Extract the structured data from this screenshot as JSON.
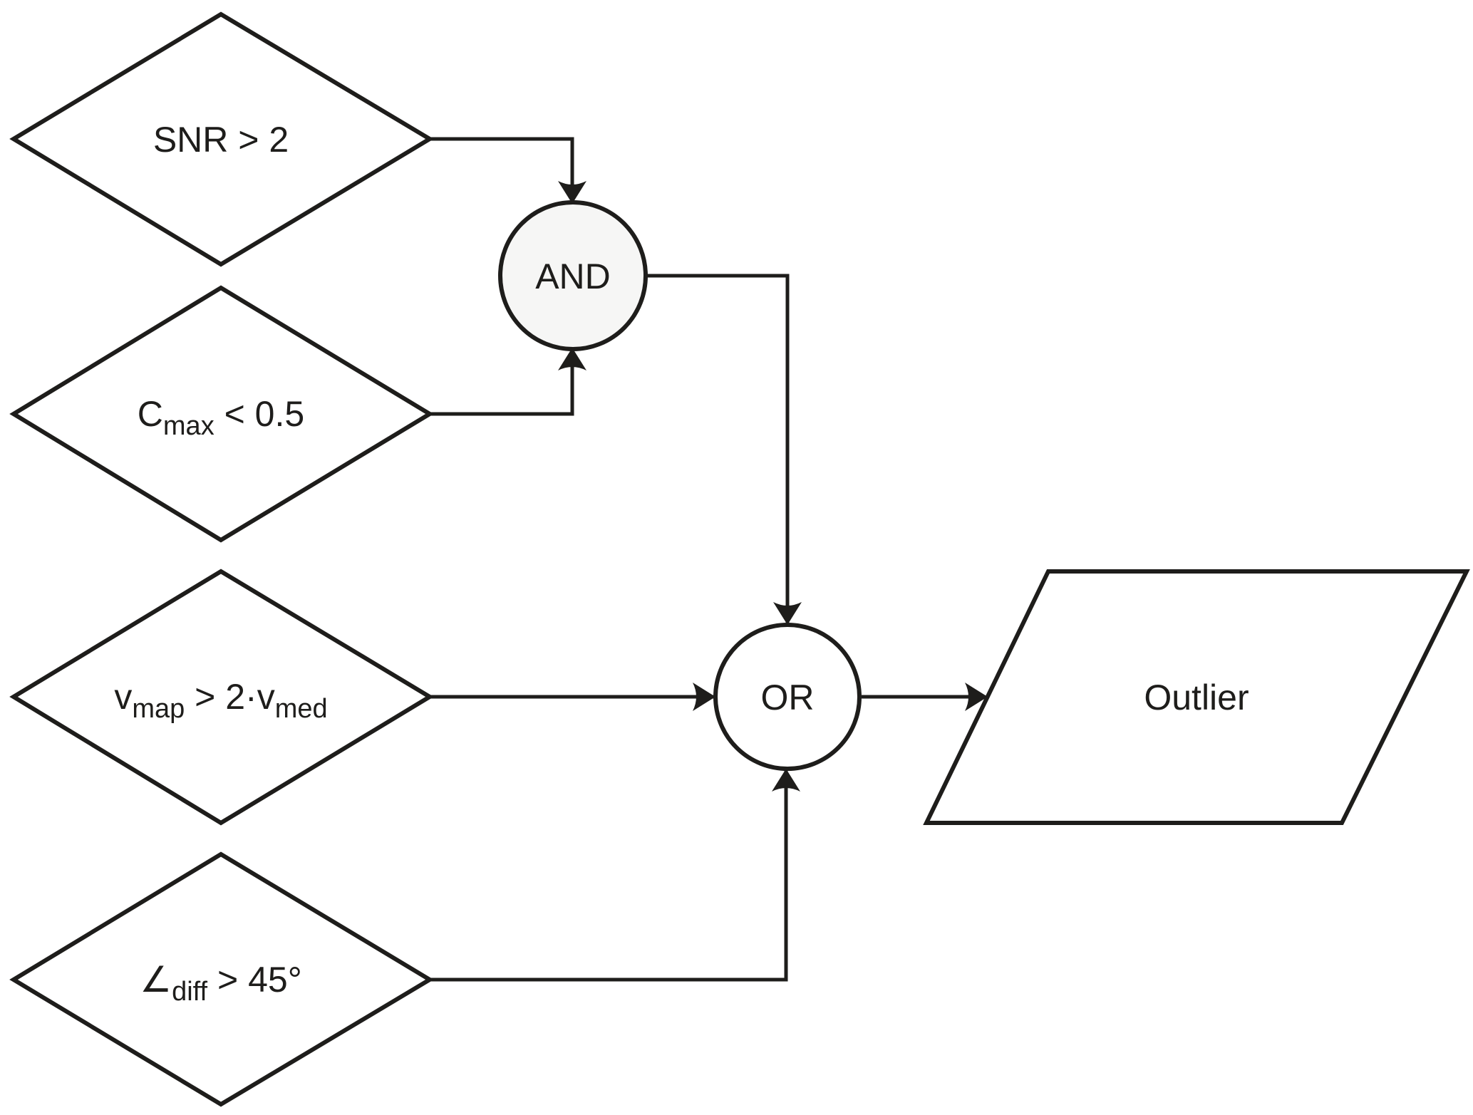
{
  "diagram": {
    "type": "flowchart",
    "conditions": [
      {
        "id": "snr",
        "parts": [
          {
            "text": "SNR > 2"
          }
        ]
      },
      {
        "id": "cmax",
        "parts": [
          {
            "text": "C"
          },
          {
            "text": "max",
            "sub": true
          },
          {
            "text": " < 0.5"
          }
        ]
      },
      {
        "id": "vmap",
        "parts": [
          {
            "text": "v"
          },
          {
            "text": "map",
            "sub": true
          },
          {
            "text": " > 2·v"
          },
          {
            "text": "med",
            "sub": true
          }
        ]
      },
      {
        "id": "angle",
        "parts": [
          {
            "text": "∠"
          },
          {
            "text": "diff",
            "sub": true
          },
          {
            "text": " > 45°"
          }
        ]
      }
    ],
    "gates": {
      "and": {
        "label": "AND"
      },
      "or": {
        "label": "OR"
      }
    },
    "output": {
      "label": "Outlier"
    },
    "connections": [
      {
        "from": "SNR > 2",
        "to": "AND"
      },
      {
        "from": "Cmax < 0.5",
        "to": "AND"
      },
      {
        "from": "AND",
        "to": "OR"
      },
      {
        "from": "vmap > 2·vmed",
        "to": "OR"
      },
      {
        "from": "∠diff > 45°",
        "to": "OR"
      },
      {
        "from": "OR",
        "to": "Outlier"
      }
    ],
    "colors": {
      "stroke": "#1e1d1b",
      "and_fill": "#f6f6f5",
      "background": "#ffffff"
    }
  }
}
